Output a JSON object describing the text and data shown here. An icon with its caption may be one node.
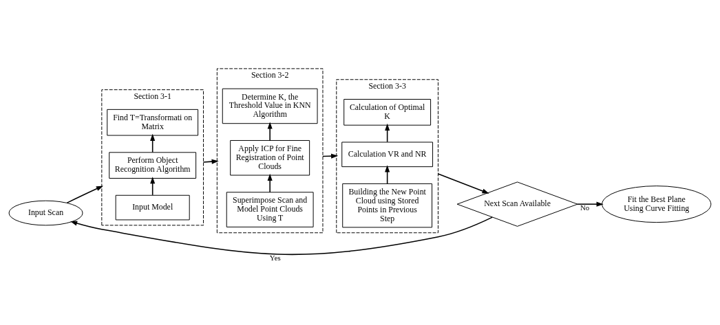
{
  "diagram": {
    "nodes": [
      {
        "text": [
          "Input Scan"
        ]
      },
      {
        "text": [
          "Section 3-1"
        ]
      },
      {
        "text": [
          "Input Model"
        ],
        "in": 1
      },
      {
        "text": [
          "Perform Object Recognition Algorithm"
        ],
        "in": 1
      },
      {
        "text": [
          "Find T=Transformati on Matrix"
        ],
        "in": 1
      },
      {
        "text": [
          "Section 3-2"
        ]
      },
      {
        "text": [
          "Superimpose Scan and Model Point Clouds Using T"
        ],
        "in": 5
      },
      {
        "text": [
          "Apply ICP for Fine Registration of Point Clouds"
        ],
        "in": 5
      },
      {
        "text": [
          "Determine K, the Threshold Value in KNN Algorithm"
        ],
        "in": 5
      },
      {
        "text": [
          "Section 3-3"
        ]
      },
      {
        "text": [
          "Building the New Point Cloud using Stored Points in Previous Step"
        ],
        "in": 9
      },
      {
        "text": [
          "Calculation VR and NR"
        ],
        "in": 9
      },
      {
        "text": [
          "Calculation of Optimal K"
        ],
        "in": 9
      },
      {
        "text": [
          "Next Scan Available"
        ]
      },
      {
        "text": [
          "Fit the Best Plane Using Curve Fitting"
        ]
      }
    ],
    "edges": [
      {
        "from": 0,
        "to": 1,
        "arrow": "to"
      },
      {
        "from": 2,
        "to": 3,
        "arrow": "to"
      },
      {
        "from": 3,
        "to": 4,
        "arrow": "to"
      },
      {
        "from": 1,
        "to": 5,
        "arrow": "to"
      },
      {
        "from": 6,
        "to": 7,
        "arrow": "to"
      },
      {
        "from": 7,
        "to": 8,
        "arrow": "to"
      },
      {
        "from": 5,
        "to": 9,
        "arrow": "to"
      },
      {
        "from": 10,
        "to": 11,
        "arrow": "to"
      },
      {
        "from": 11,
        "to": 12,
        "arrow": "to"
      },
      {
        "from": 9,
        "to": 13,
        "arrow": "to"
      },
      {
        "from": 13,
        "to": 0,
        "label": "Yes",
        "arrow": "to"
      },
      {
        "from": 13,
        "to": 14,
        "label": "No",
        "arrow": "to"
      }
    ]
  }
}
